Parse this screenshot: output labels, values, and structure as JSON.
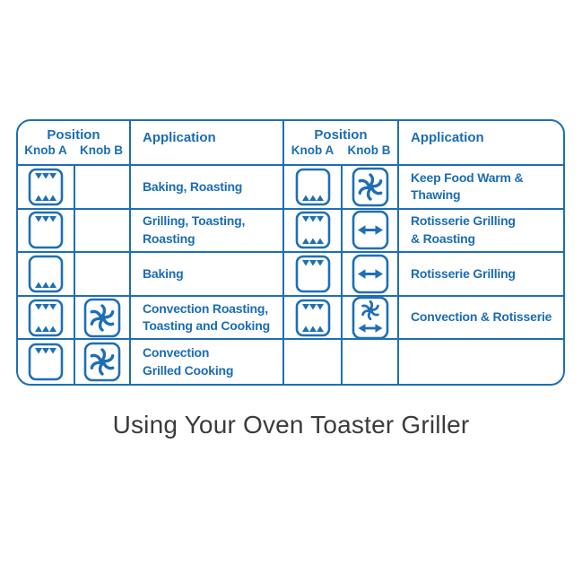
{
  "accent_color": "#1e6eb7",
  "title": "Using Your Oven Toaster Griller",
  "table": {
    "left": {
      "position_label": "Position",
      "knob_a_label": "Knob A",
      "knob_b_label": "Knob B",
      "application_label": "Application",
      "rows": [
        {
          "knob_a": "oven-top-bottom",
          "knob_b": "",
          "application": "Baking, Roasting"
        },
        {
          "knob_a": "oven-top",
          "knob_b": "",
          "application": "Grilling, Toasting,\nRoasting"
        },
        {
          "knob_a": "oven-bottom",
          "knob_b": "",
          "application": "Baking"
        },
        {
          "knob_a": "oven-top-bottom",
          "knob_b": "fan",
          "application": "Convection Roasting,\nToasting and Cooking"
        },
        {
          "knob_a": "oven-top",
          "knob_b": "fan",
          "application": "Convection\nGrilled Cooking"
        }
      ]
    },
    "right": {
      "position_label": "Position",
      "knob_a_label": "Knob A",
      "knob_b_label": "Knob B",
      "application_label": "Application",
      "rows": [
        {
          "knob_a": "oven-bottom",
          "knob_b": "fan",
          "application": "Keep Food Warm &\nThawing"
        },
        {
          "knob_a": "oven-top-bottom",
          "knob_b": "arrow",
          "application": "Rotisserie Grilling\n& Roasting"
        },
        {
          "knob_a": "oven-top",
          "knob_b": "arrow",
          "application": "Rotisserie Grilling"
        },
        {
          "knob_a": "oven-top-bottom",
          "knob_b": "fan-arrow",
          "application": "Convection & Rotisserie"
        },
        {
          "knob_a": "",
          "knob_b": "",
          "application": ""
        }
      ]
    }
  },
  "icons": {
    "oven-top-bottom": "oven with upper and lower heating elements",
    "oven-top": "oven with upper heating element",
    "oven-bottom": "oven with lower heating element",
    "fan": "convection fan",
    "arrow": "rotisserie horizontal arrow",
    "fan-arrow": "convection fan with rotisserie arrow"
  }
}
